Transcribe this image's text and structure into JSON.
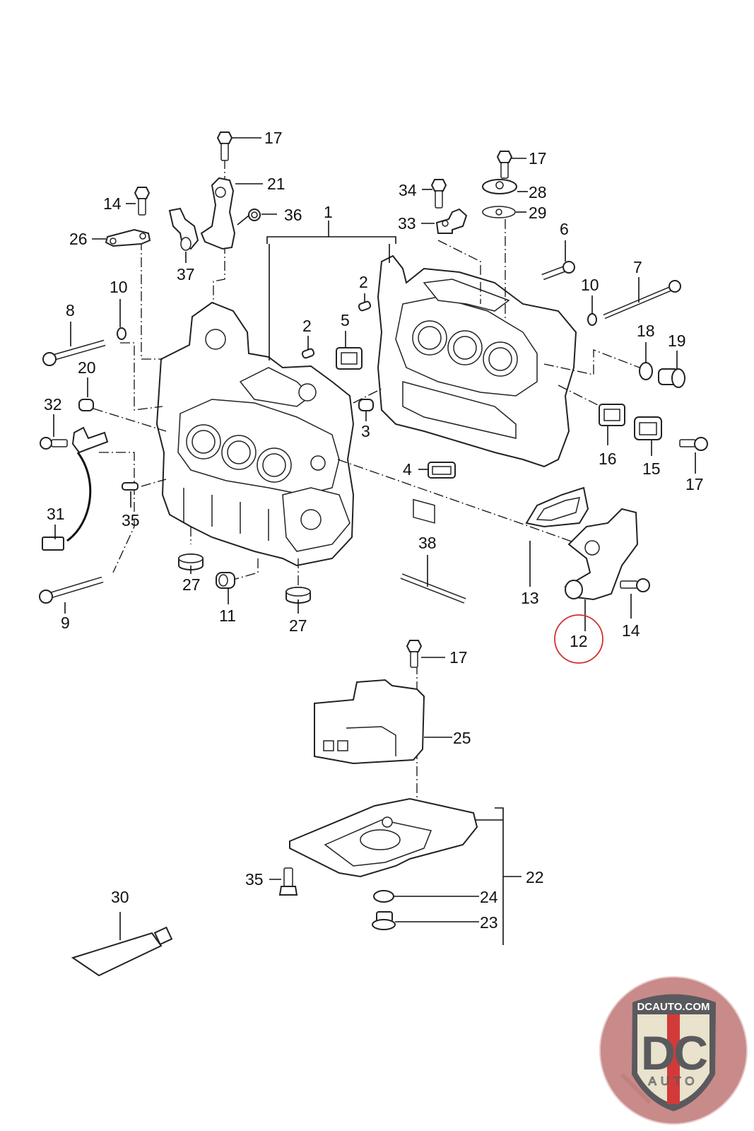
{
  "diagram": {
    "title": "Crankcase exploded parts diagram",
    "highlighted_part": "12",
    "highlight_color": "#d0312d",
    "callouts": [
      {
        "id": "c17a",
        "label": "17"
      },
      {
        "id": "c21",
        "label": "21"
      },
      {
        "id": "c14a",
        "label": "14"
      },
      {
        "id": "c36",
        "label": "36"
      },
      {
        "id": "c26",
        "label": "26"
      },
      {
        "id": "c37",
        "label": "37"
      },
      {
        "id": "c1",
        "label": "1"
      },
      {
        "id": "c17b",
        "label": "17"
      },
      {
        "id": "c34",
        "label": "34"
      },
      {
        "id": "c28",
        "label": "28"
      },
      {
        "id": "c33",
        "label": "33"
      },
      {
        "id": "c29",
        "label": "29"
      },
      {
        "id": "c6",
        "label": "6"
      },
      {
        "id": "c10a",
        "label": "10"
      },
      {
        "id": "c8",
        "label": "8"
      },
      {
        "id": "c2a",
        "label": "2"
      },
      {
        "id": "c10b",
        "label": "10"
      },
      {
        "id": "c7",
        "label": "7"
      },
      {
        "id": "c5",
        "label": "5"
      },
      {
        "id": "c2b",
        "label": "2"
      },
      {
        "id": "c20",
        "label": "20"
      },
      {
        "id": "c18",
        "label": "18"
      },
      {
        "id": "c19",
        "label": "19"
      },
      {
        "id": "c32",
        "label": "32"
      },
      {
        "id": "c3",
        "label": "3"
      },
      {
        "id": "c16",
        "label": "16"
      },
      {
        "id": "c15",
        "label": "15"
      },
      {
        "id": "c17c",
        "label": "17"
      },
      {
        "id": "c4",
        "label": "4"
      },
      {
        "id": "c31",
        "label": "31"
      },
      {
        "id": "c35a",
        "label": "35"
      },
      {
        "id": "c38",
        "label": "38"
      },
      {
        "id": "c13",
        "label": "13"
      },
      {
        "id": "c27a",
        "label": "27"
      },
      {
        "id": "c11",
        "label": "11"
      },
      {
        "id": "c27b",
        "label": "27"
      },
      {
        "id": "c9",
        "label": "9"
      },
      {
        "id": "c12",
        "label": "12"
      },
      {
        "id": "c14b",
        "label": "14"
      },
      {
        "id": "c17d",
        "label": "17"
      },
      {
        "id": "c25",
        "label": "25"
      },
      {
        "id": "c22",
        "label": "22"
      },
      {
        "id": "c35b",
        "label": "35"
      },
      {
        "id": "c24",
        "label": "24"
      },
      {
        "id": "c30",
        "label": "30"
      },
      {
        "id": "c23",
        "label": "23"
      }
    ]
  },
  "logo": {
    "top_text": "DCAUTO.COM",
    "main_text": "DC",
    "sub_text": "AUTO",
    "colors": {
      "circle": "#c98a8a",
      "shield": "#e9e2cc",
      "dark": "#5a5a5e",
      "red": "#d23a3a"
    }
  }
}
